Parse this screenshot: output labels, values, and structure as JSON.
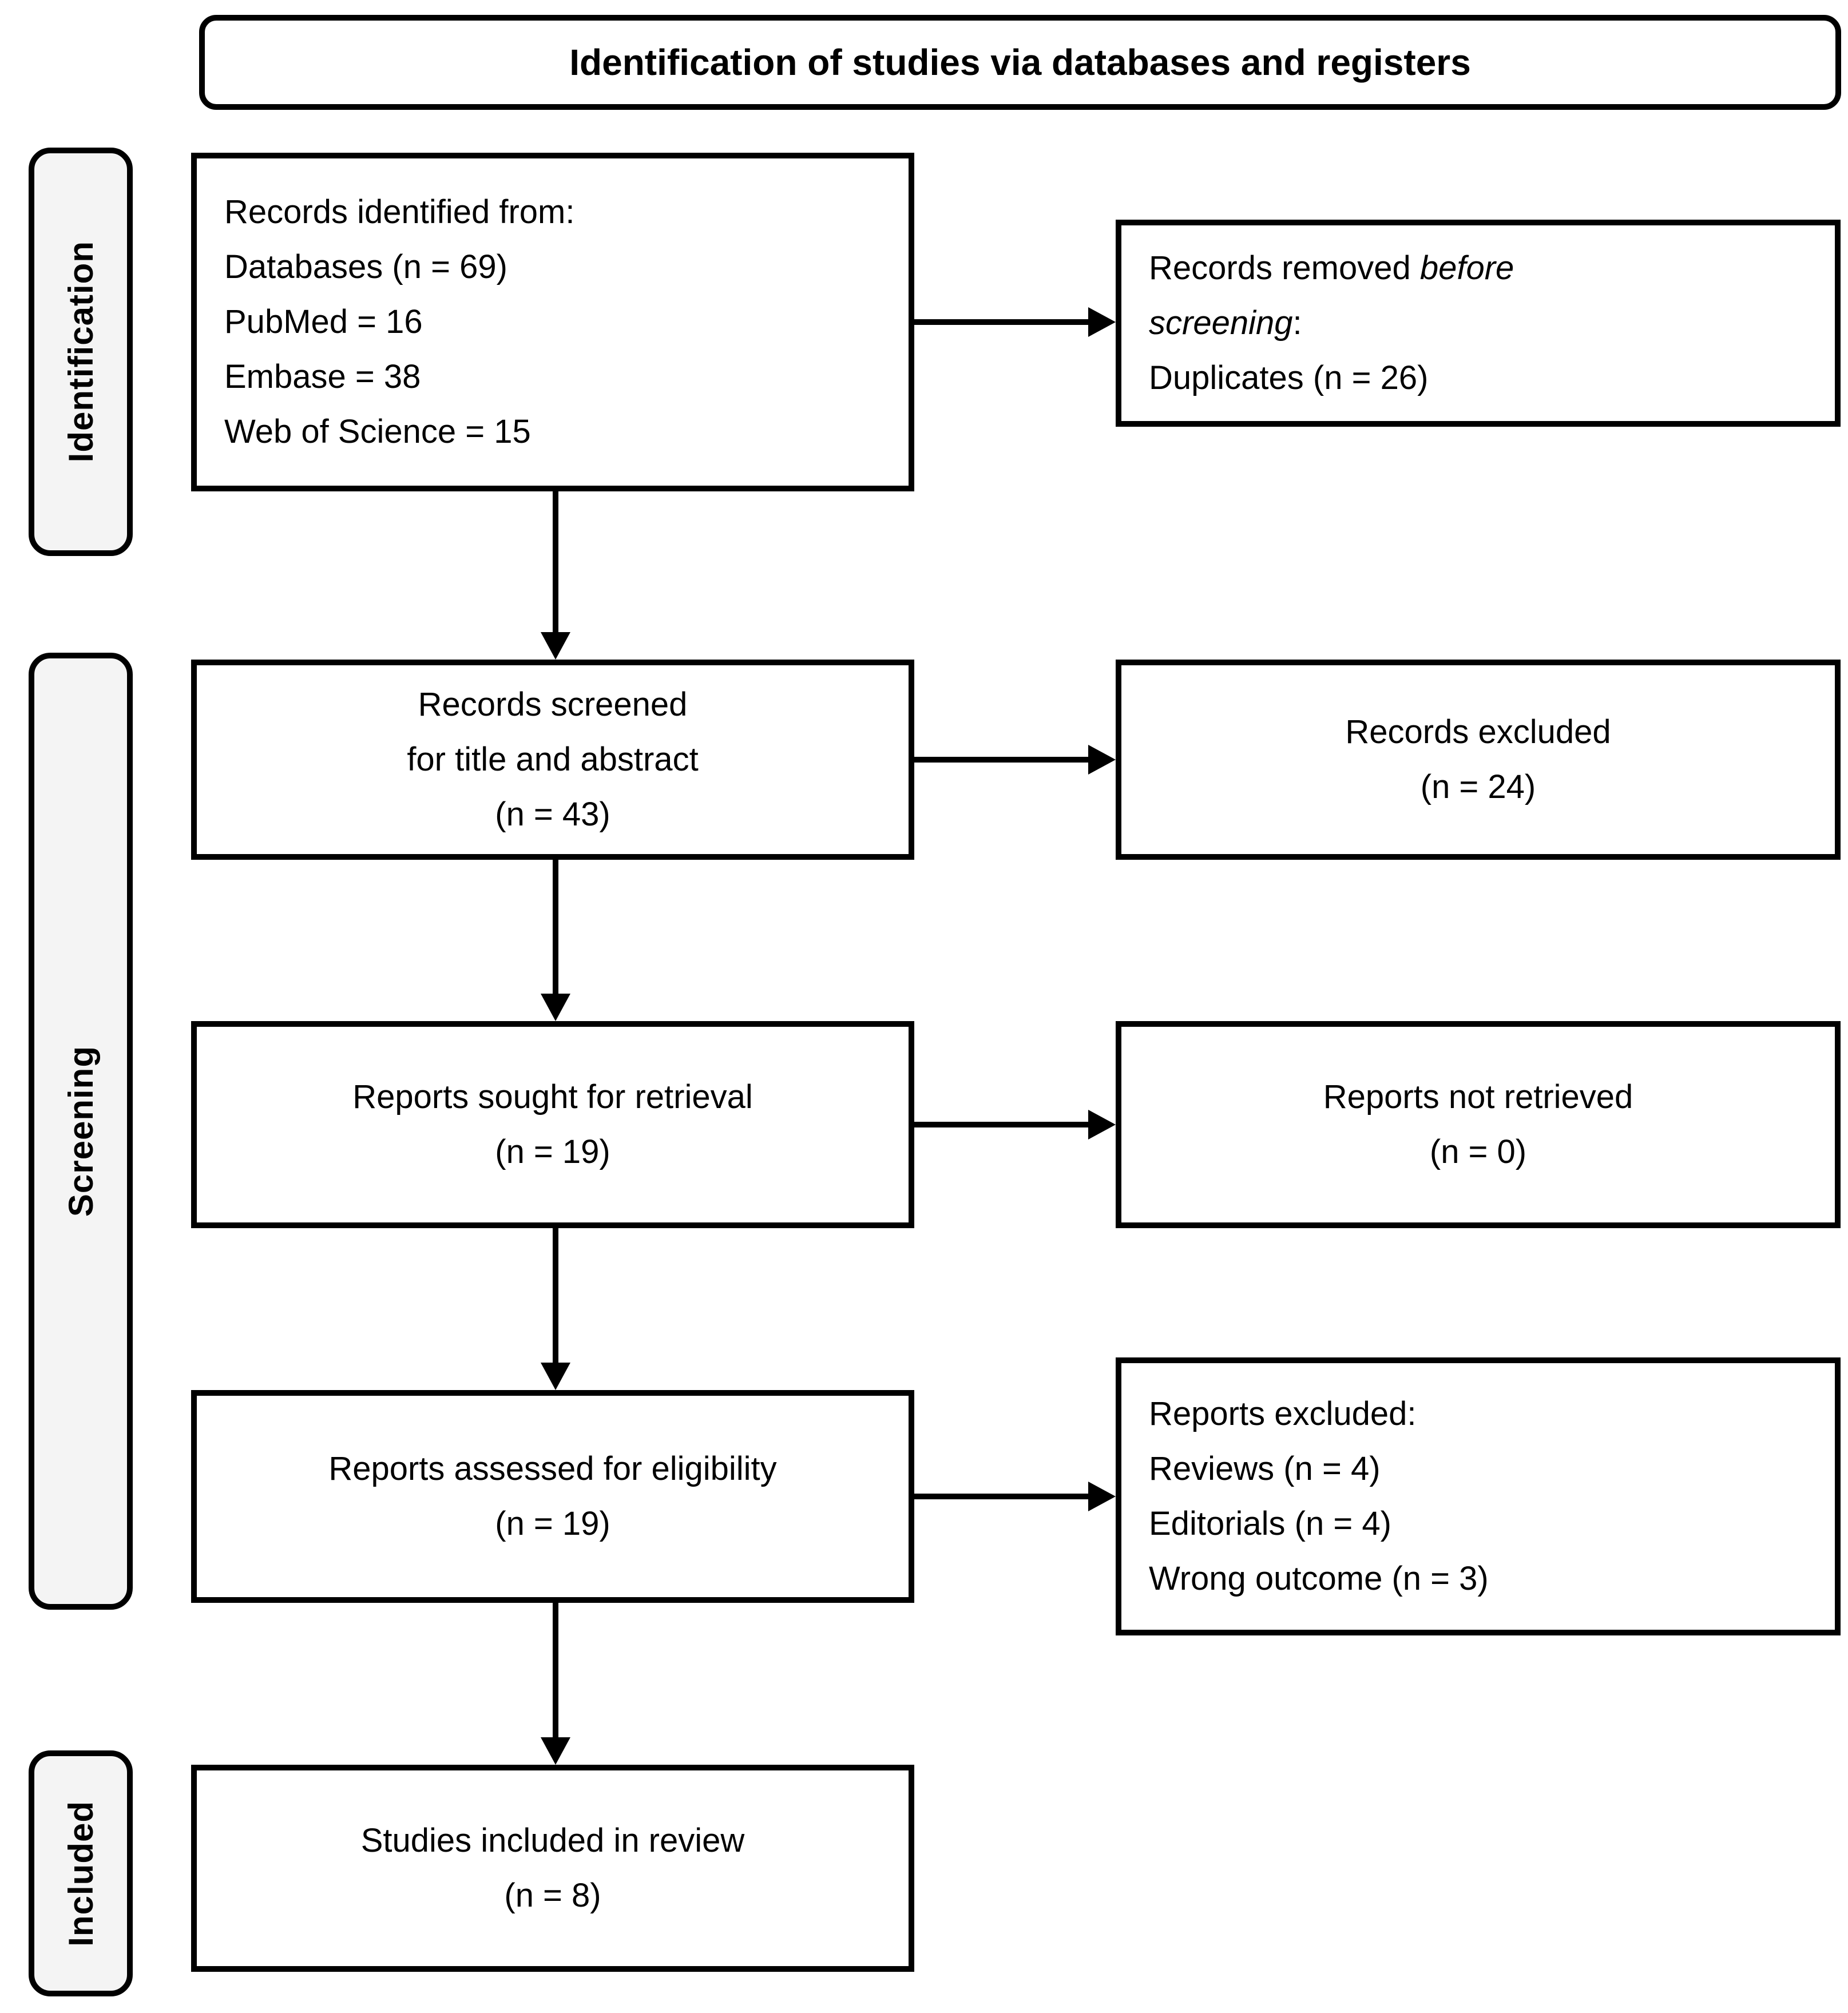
{
  "title": "Identification of studies via databases and registers",
  "stages": {
    "identification": "Identification",
    "screening": "Screening",
    "included": "Included"
  },
  "boxes": {
    "records_identified": {
      "lines": [
        "Records identified from:",
        "Databases (n = 69)",
        "PubMed = 16",
        "Embase = 38",
        "Web of Science = 15"
      ]
    },
    "records_removed": {
      "lines": [
        "Records removed *before*",
        "*screening*:",
        "Duplicates (n = 26)"
      ]
    },
    "records_screened": {
      "lines": [
        "Records screened",
        "for title and abstract",
        "(n = 43)"
      ]
    },
    "records_excluded": {
      "lines": [
        "Records excluded",
        "(n = 24)"
      ]
    },
    "reports_sought": {
      "lines": [
        "Reports sought for retrieval",
        "(n = 19)"
      ]
    },
    "reports_not_retrieved": {
      "lines": [
        "Reports not retrieved",
        "(n = 0)"
      ]
    },
    "reports_assessed": {
      "lines": [
        "Reports assessed for eligibility",
        "(n = 19)"
      ]
    },
    "reports_excluded": {
      "lines": [
        "Reports excluded:",
        "Reviews (n = 4)",
        "Editorials (n = 4)",
        "Wrong outcome (n = 3)"
      ]
    },
    "studies_included": {
      "lines": [
        "Studies included in review",
        "(n = 8)"
      ]
    }
  }
}
